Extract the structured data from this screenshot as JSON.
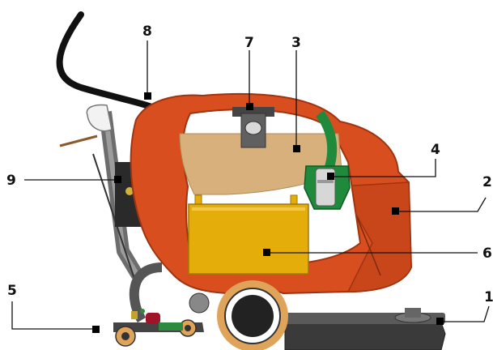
{
  "diagram": {
    "callouts": [
      {
        "id": "1",
        "label": "1"
      },
      {
        "id": "2",
        "label": "2"
      },
      {
        "id": "3",
        "label": "3"
      },
      {
        "id": "4",
        "label": "4"
      },
      {
        "id": "5",
        "label": "5"
      },
      {
        "id": "6",
        "label": "6"
      },
      {
        "id": "7",
        "label": "7"
      },
      {
        "id": "8",
        "label": "8"
      },
      {
        "id": "9",
        "label": "9"
      }
    ],
    "colors": {
      "body": "#d94e1f",
      "body_dark": "#b83d14",
      "tank": "#d8b07c",
      "battery": "#e5ad0a",
      "motor": "#1f8a3b",
      "frame": "#7a7a7a",
      "wheel_ring": "#e0a35a",
      "base": "#3a3a3a"
    }
  }
}
